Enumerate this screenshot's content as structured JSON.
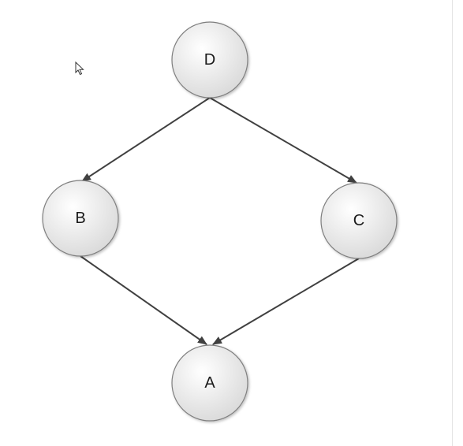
{
  "diagram": {
    "nodes": [
      {
        "id": "D",
        "label": "D"
      },
      {
        "id": "B",
        "label": "B"
      },
      {
        "id": "C",
        "label": "C"
      },
      {
        "id": "A",
        "label": "A"
      }
    ],
    "edges": [
      {
        "from": "D",
        "to": "B"
      },
      {
        "from": "D",
        "to": "C"
      },
      {
        "from": "B",
        "to": "A"
      },
      {
        "from": "C",
        "to": "A"
      }
    ],
    "colors": {
      "node_fill_light": "#ffffff",
      "node_fill_dark": "#d9d9d9",
      "node_stroke": "#7f7f7f",
      "edge": "#404040"
    }
  },
  "cursor": {
    "icon": "mouse-pointer-icon"
  }
}
